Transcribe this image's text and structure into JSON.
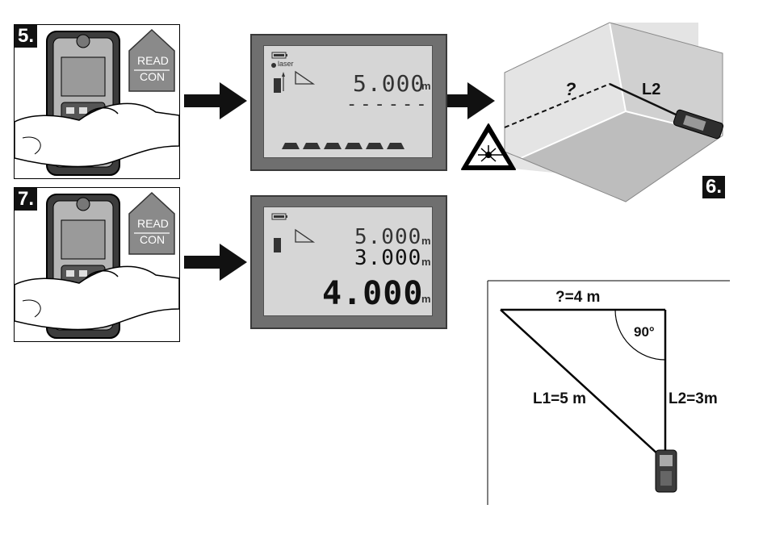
{
  "steps": {
    "step5": "5.",
    "step6": "6.",
    "step7": "7."
  },
  "button_badge": {
    "top": "READ",
    "bottom": "CON"
  },
  "display1": {
    "indicator": "laser",
    "value": "5.000",
    "unit": "m",
    "dashes": "------"
  },
  "display2": {
    "value1": "5.000",
    "unit1": "m",
    "value2": "3.000",
    "unit2": "m",
    "result": "4.000",
    "result_unit": "m"
  },
  "room": {
    "unknown_label": "?",
    "l2_label": "L2"
  },
  "triangle": {
    "top_label": "?=4 m",
    "angle_label": "90°",
    "hyp_label": "L1=5 m",
    "side_label": "L2=3m"
  },
  "colors": {
    "lcd_frame": "#6f6f6f",
    "lcd_screen": "#d6d6d6",
    "device_body": "#3c3c3c",
    "badge_fill": "#8a8a8a",
    "warning_yellow": "#000000"
  }
}
